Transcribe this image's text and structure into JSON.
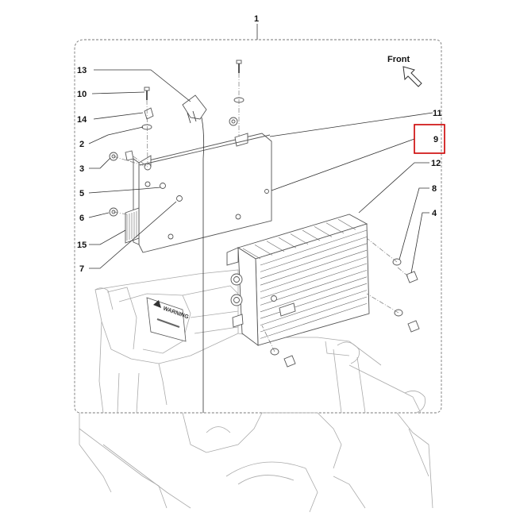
{
  "diagram": {
    "front_label": "Front",
    "assembly_label": "1",
    "highlight_color": "#cc0000",
    "callouts": [
      {
        "id": "c13",
        "text": "13"
      },
      {
        "id": "c10",
        "text": "10"
      },
      {
        "id": "c14",
        "text": "14"
      },
      {
        "id": "c2",
        "text": "2"
      },
      {
        "id": "c3",
        "text": "3"
      },
      {
        "id": "c5",
        "text": "5"
      },
      {
        "id": "c6",
        "text": "6"
      },
      {
        "id": "c15",
        "text": "15"
      },
      {
        "id": "c7",
        "text": "7"
      },
      {
        "id": "c11",
        "text": "11"
      },
      {
        "id": "c9",
        "text": "9",
        "highlighted": true
      },
      {
        "id": "c12",
        "text": "12"
      },
      {
        "id": "c8",
        "text": "8"
      },
      {
        "id": "c4",
        "text": "4"
      }
    ],
    "warning_plate_text": "WARNING"
  }
}
